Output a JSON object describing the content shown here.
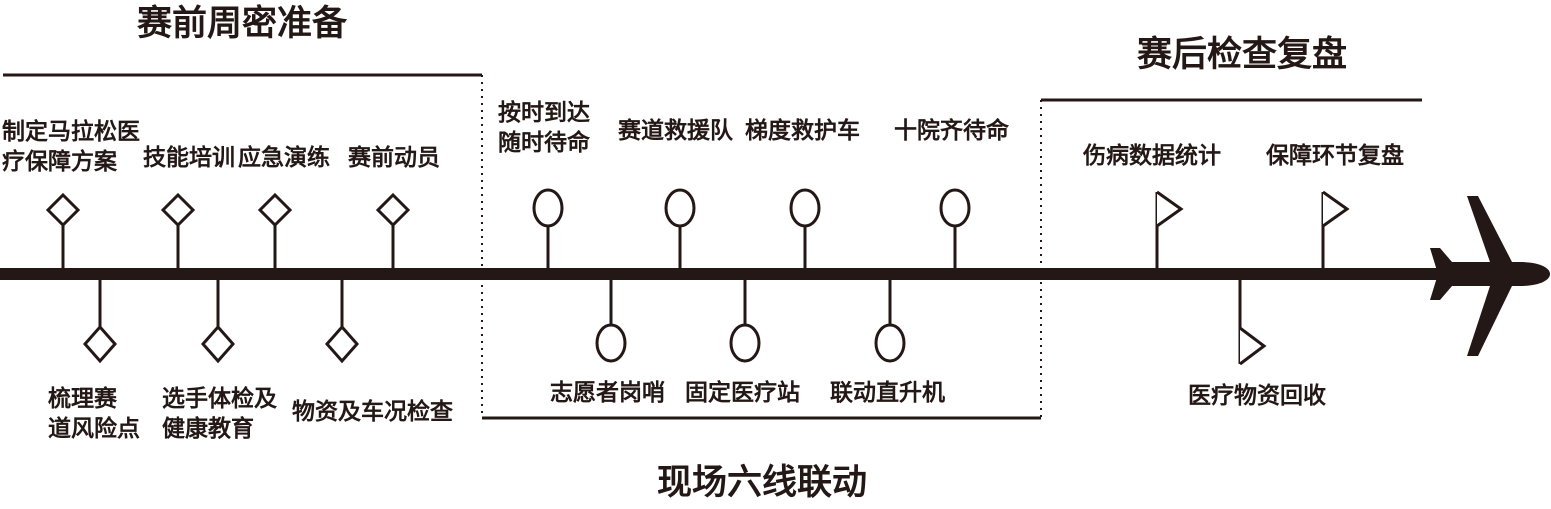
{
  "phases": {
    "pre": {
      "title": "赛前周密准备",
      "items_top": [
        "制定马拉松医\n疗保障方案",
        "技能培训",
        "应急演练",
        "赛前动员"
      ],
      "items_bottom": [
        "梳理赛\n道风险点",
        "选手体检及\n健康教育",
        "物资及车况检查"
      ]
    },
    "live": {
      "title": "现场六线联动",
      "items_top": [
        "按时到达\n随时待命",
        "赛道救援队",
        "梯度救护车",
        "十院齐待命"
      ],
      "items_bottom": [
        "志愿者岗哨",
        "固定医疗站",
        "联动直升机"
      ]
    },
    "post": {
      "title": "赛后检查复盘",
      "items_top": [
        "伤病数据统计",
        "保障环节复盘"
      ],
      "items_bottom": [
        "医疗物资回收"
      ]
    }
  },
  "colors": {
    "ink": "#231815"
  }
}
